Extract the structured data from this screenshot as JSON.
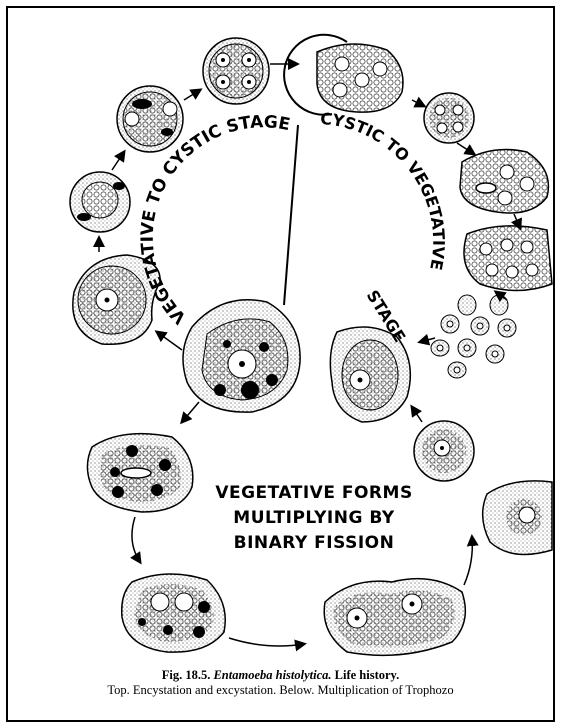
{
  "diagram": {
    "arc_label_left": "VEGETATIVE TO CYSTIC STAGE",
    "arc_label_right_1": "CYSTIC TO VEGETATIVE",
    "arc_label_right_2": "STAGE",
    "center_label_line1": "VEGETATIVE FORMS",
    "center_label_line2": "MULTIPLYING BY",
    "center_label_line3": "BINARY FISSION"
  },
  "caption": {
    "line1_prefix": "Fig. 18.5.",
    "line1_species": "Entamoeba histolytica.",
    "line1_suffix": "Life history.",
    "line2": "Top. Encystation and excystation. Below. Multiplication of Trophozo"
  },
  "colors": {
    "ink": "#000000",
    "paper": "#ffffff",
    "stipple": "#555555"
  }
}
